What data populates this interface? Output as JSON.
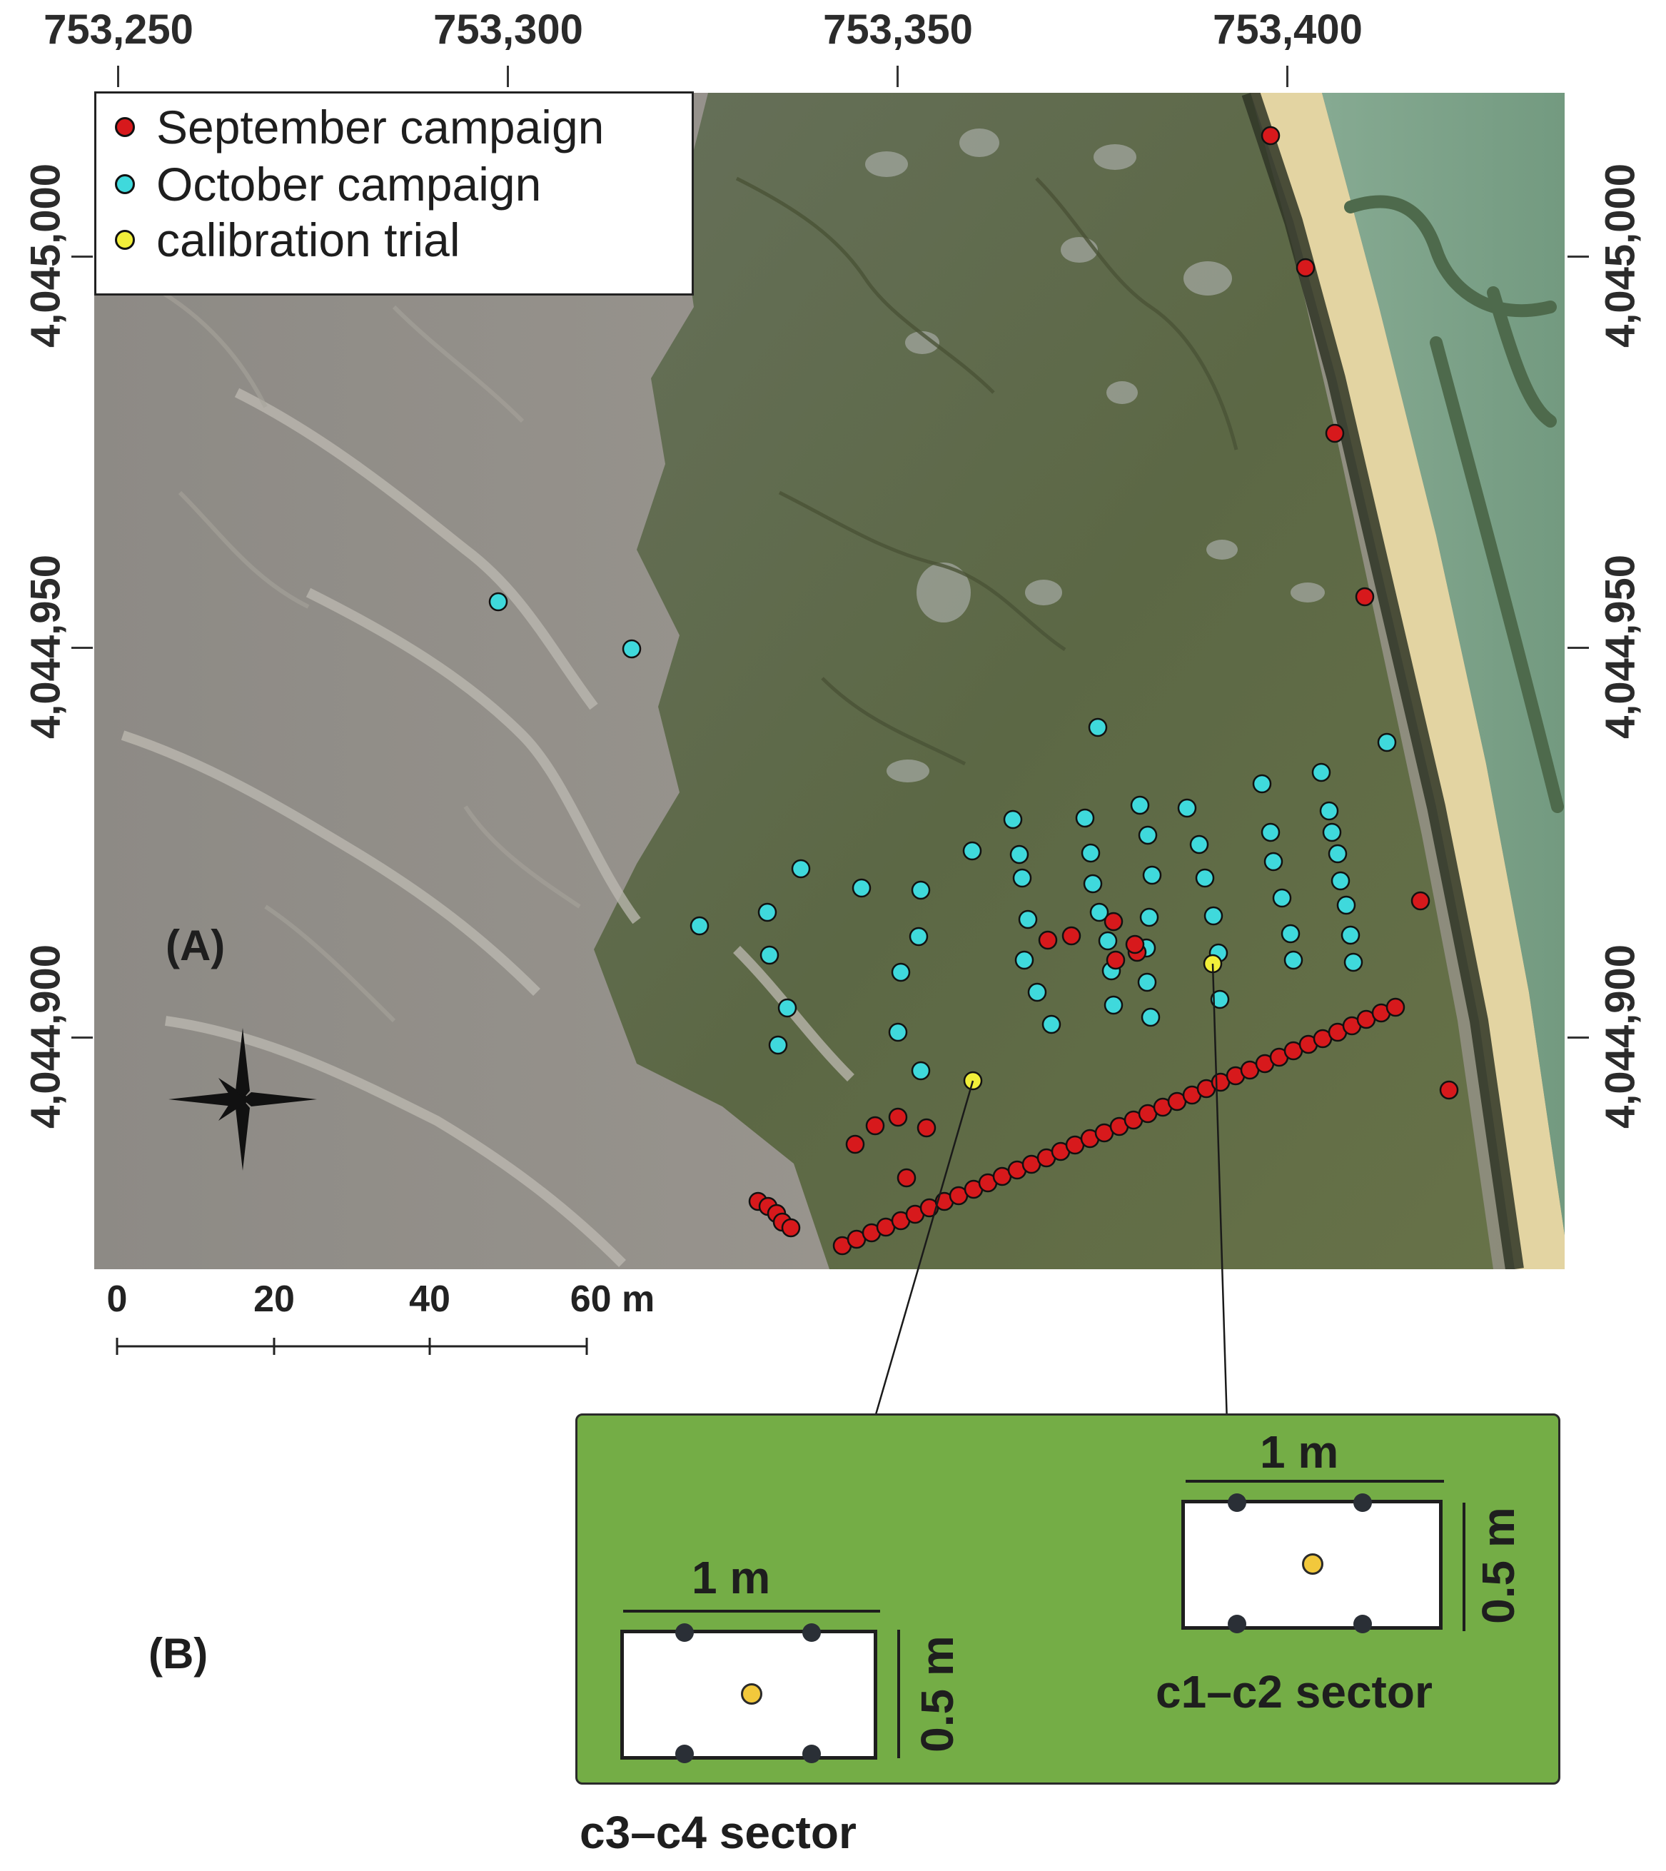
{
  "coordinates": {
    "easting_labels": [
      "753,250",
      "753,300",
      "753,350",
      "753,400"
    ],
    "northing_labels": [
      "4,045,000",
      "4,044,950",
      "4,044,900"
    ]
  },
  "legend": {
    "items": [
      {
        "label": "September campaign",
        "color": "#d7191c"
      },
      {
        "label": "October campaign",
        "color": "#3fd9dc"
      },
      {
        "label": "calibration trial",
        "color": "#f2ef3a"
      }
    ]
  },
  "panels": {
    "a_label": "(A)",
    "b_label": "(B)"
  },
  "scale_bar": {
    "labels": [
      "0",
      "20",
      "40",
      "60 m"
    ]
  },
  "detail": {
    "c3c4": {
      "width_label": "1 m",
      "height_label": "0.5 m",
      "sector_label": "c3–c4 sector"
    },
    "c1c2": {
      "width_label": "1 m",
      "height_label": "0.5 m",
      "sector_label": "c1–c2 sector"
    }
  },
  "colors": {
    "saltmarsh": "#5f6a47",
    "mudflat": "#8a8782",
    "beach": "#e6d8a6",
    "water": "#7fa588",
    "detail_background": "#74ad46",
    "sensor": "#2a2f36"
  }
}
